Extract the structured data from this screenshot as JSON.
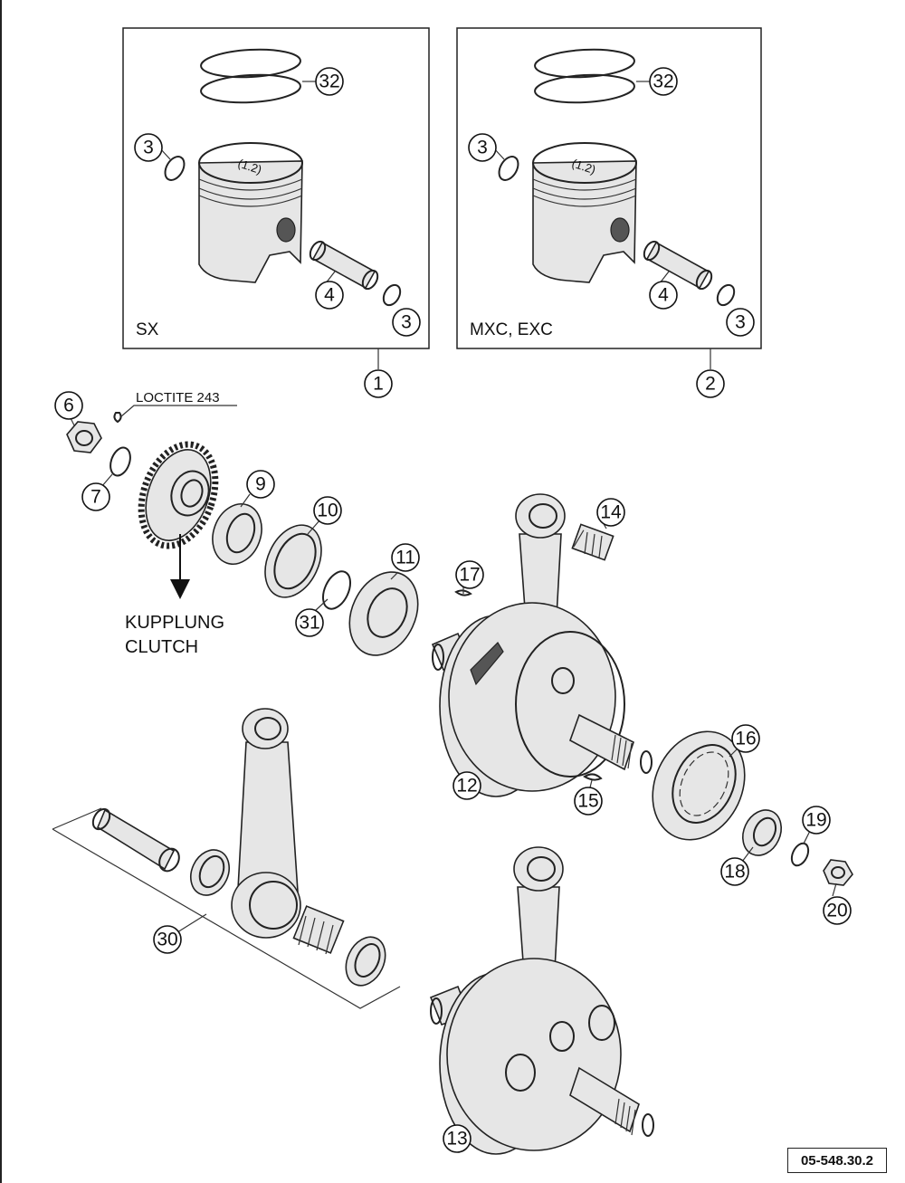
{
  "boxes": {
    "left_label": "SX",
    "right_label": "MXC, EXC"
  },
  "piston_marking": "(1.2)",
  "notes": {
    "loctite": "LOCTITE 243",
    "clutch_de": "KUPPLUNG",
    "clutch_en": "CLUTCH"
  },
  "callouts": {
    "c1": "1",
    "c2": "2",
    "c3a": "3",
    "c3b": "3",
    "c3c": "3",
    "c3d": "3",
    "c4a": "4",
    "c4b": "4",
    "c6": "6",
    "c7": "7",
    "c9": "9",
    "c10": "10",
    "c11": "11",
    "c12": "12",
    "c13": "13",
    "c14": "14",
    "c15": "15",
    "c16": "16",
    "c17": "17",
    "c18": "18",
    "c19": "19",
    "c20": "20",
    "c30": "30",
    "c31": "31",
    "c32a": "32",
    "c32b": "32"
  },
  "reference_code": "05-548.30.2"
}
